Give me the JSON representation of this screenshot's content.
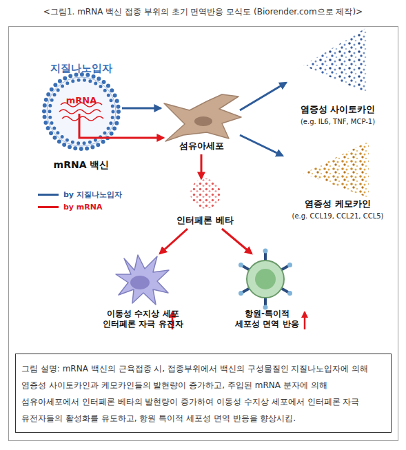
{
  "diagram": {
    "title": "<그림1. mRNA 백신 접종 부위의 초기 면역반응 모식도 (Biorender.com으로 제작)>",
    "caption": "그림 설명: mRNA 백신의 근육접종 시, 접종부위에서 백신의 구성물질인 지질나노입자에 의해 염증성 사이토카인과 케모카인들의 발현량이 증가하고, 주입된 mRNA 분자에 의해 섬유아세포에서 인터페론 베타의 발현량이 증가하여 이동성 수지상 세포에서 인터페론 자극 유전자들의 활성화를 유도하고, 항원 특이적 세포성 면역 반응을 향상시킴.",
    "nodes": [
      {
        "text": [
          "지질나노입자",
          "mRNA",
          "mRNA 백신"
        ]
      },
      {
        "text": [
          "섬유아세포"
        ]
      },
      {
        "text": [
          "염증성 사이토카인",
          "(e.g. IL6, TNF, MCP-1)"
        ]
      },
      {
        "text": [
          "염증성 케모카인",
          "(e.g. CCL19, CCL21, CCL5)"
        ]
      },
      {
        "text": [
          "인터페론 베타"
        ]
      },
      {
        "text": [
          "이동성 수지상 세포 인터페론 자극 유전자"
        ]
      },
      {
        "text": [
          "항원-특이적 세포성 면역 반응"
        ]
      }
    ],
    "edges": [
      {
        "from": 0,
        "to": 1,
        "arrow": "to"
      },
      {
        "from": 0,
        "to": 1,
        "arrow": "to"
      },
      {
        "from": 1,
        "to": 2,
        "arrow": "to"
      },
      {
        "from": 1,
        "to": 3,
        "arrow": "to"
      },
      {
        "from": 1,
        "to": 4,
        "arrow": "to"
      },
      {
        "from": 4,
        "to": 5,
        "arrow": "to"
      },
      {
        "from": 4,
        "to": 6,
        "arrow": "to"
      }
    ],
    "legend": [
      {
        "text": "by 지질나노입자",
        "color": "#2e5c9a"
      },
      {
        "text": "by mRNA",
        "color": "#e0161c"
      }
    ]
  }
}
